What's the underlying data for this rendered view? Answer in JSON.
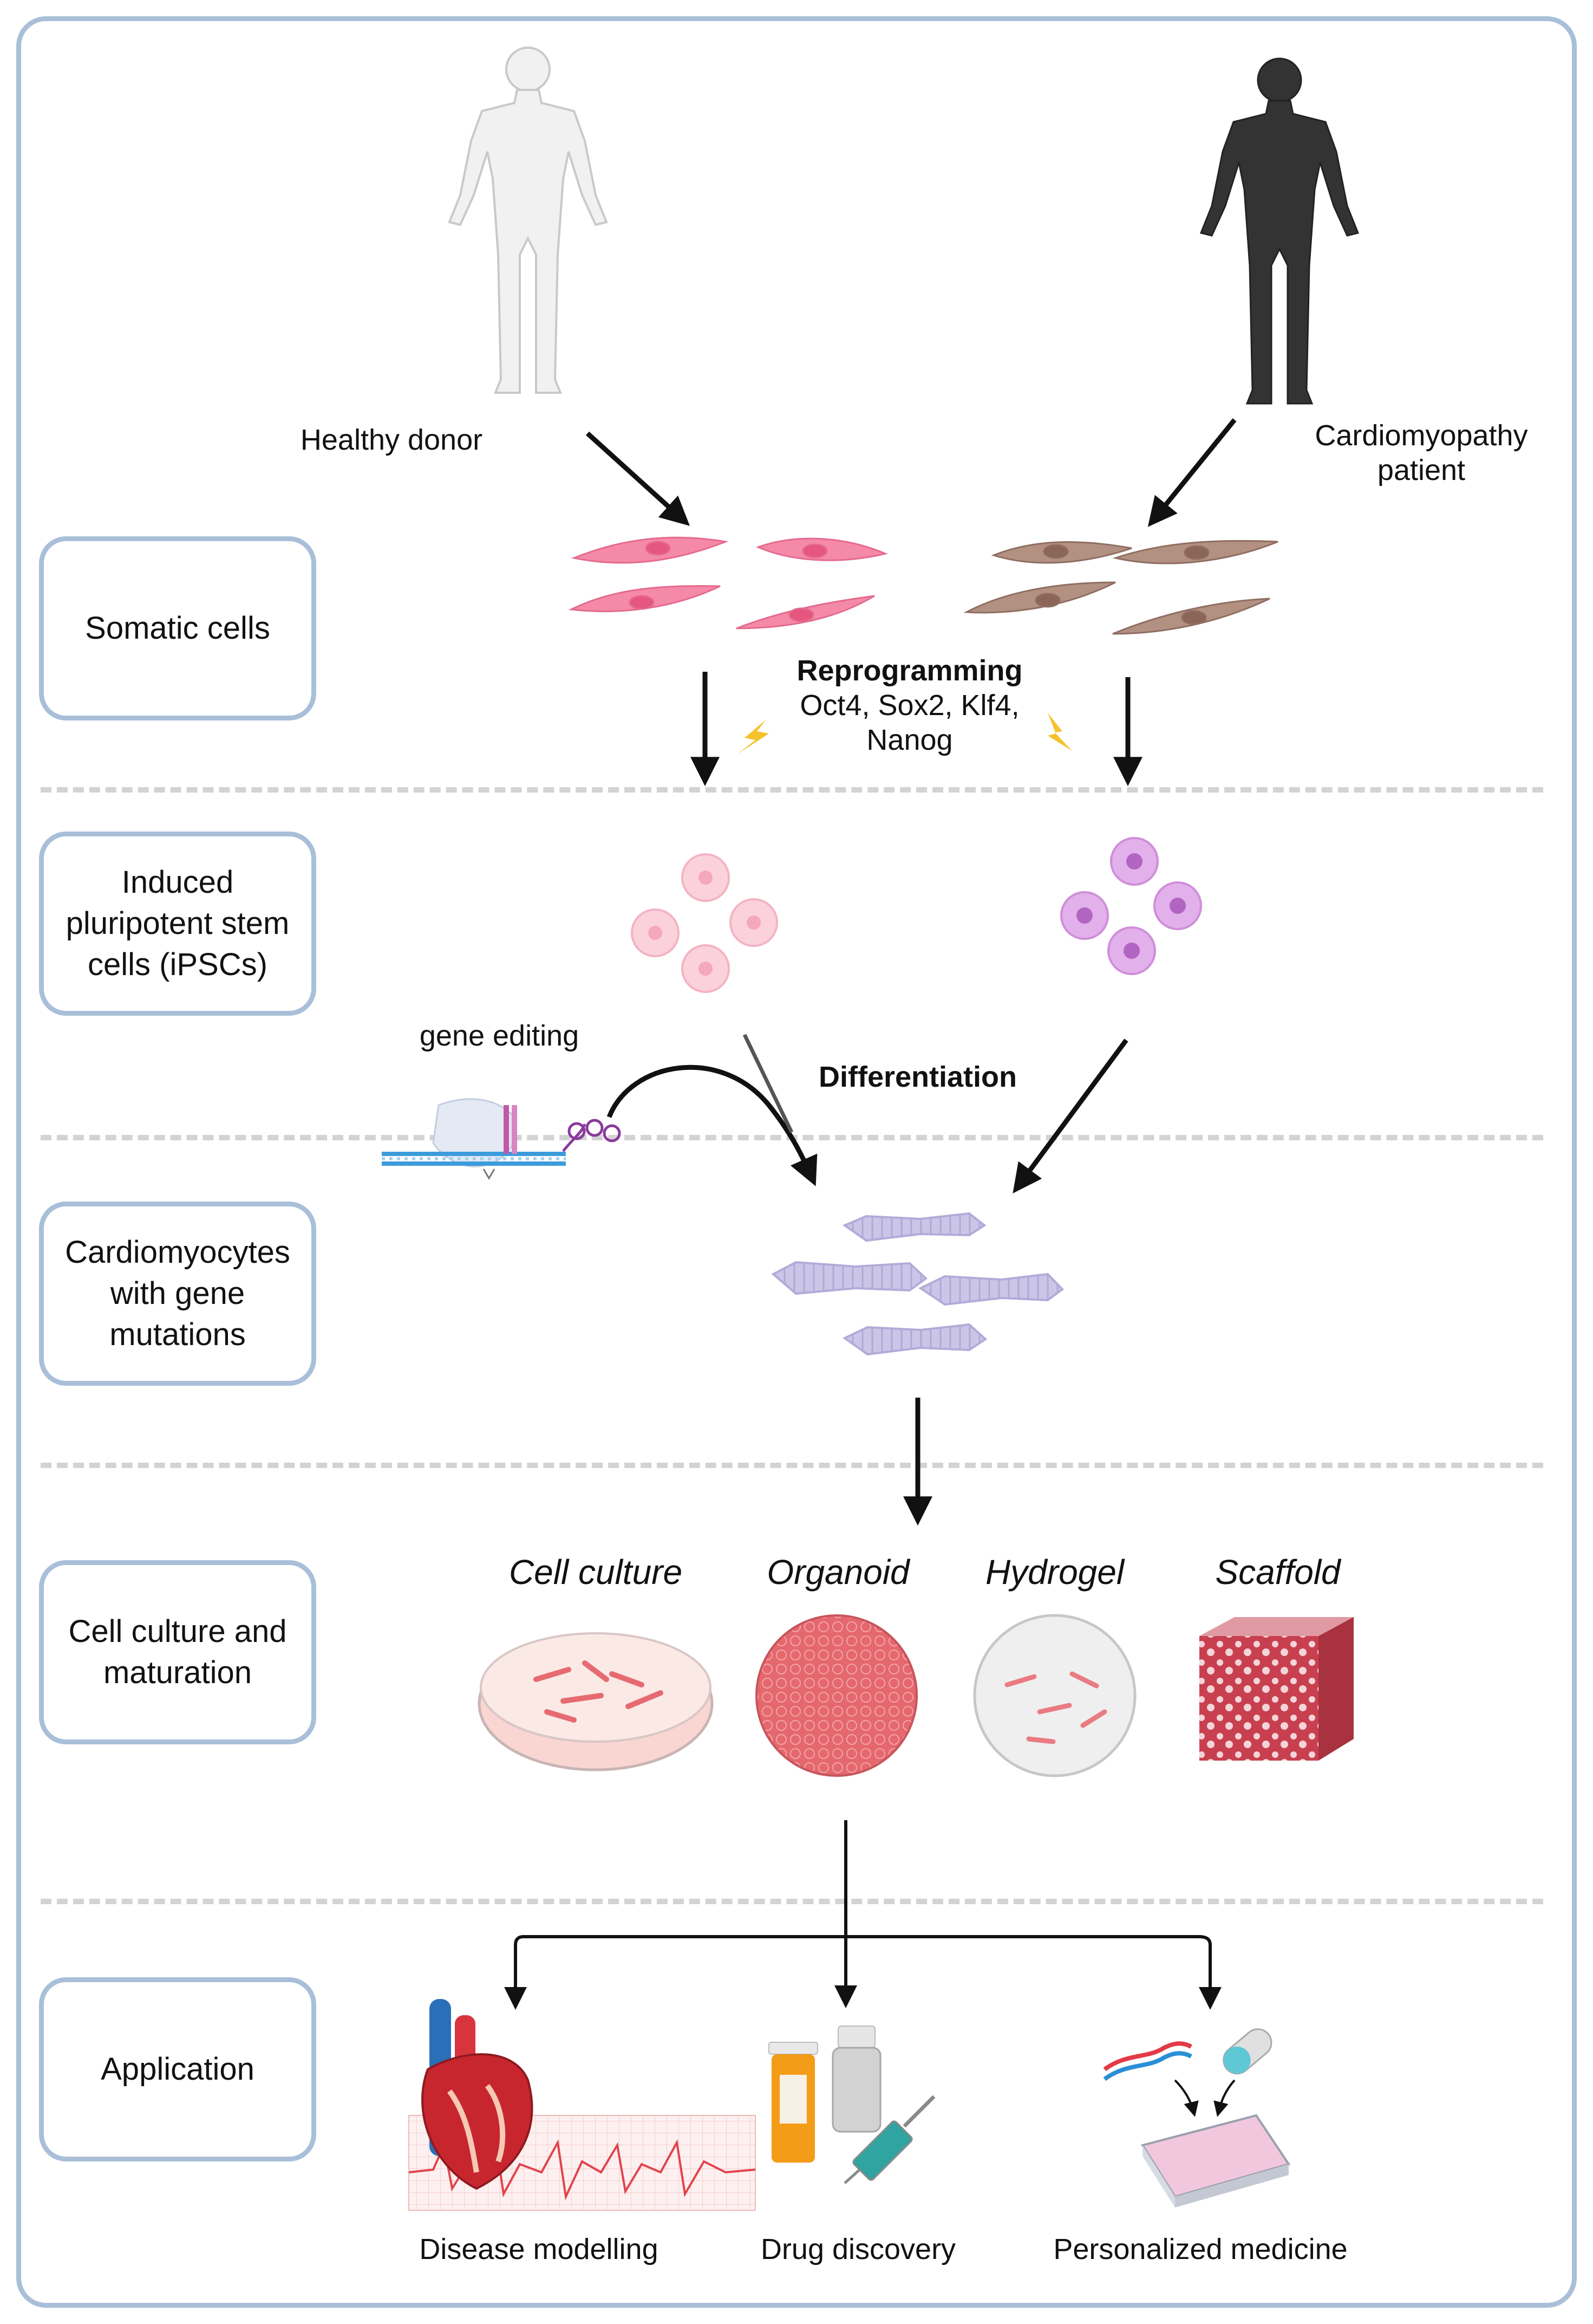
{
  "stages": {
    "somatic": "Somatic cells",
    "ipsc": "Induced pluripotent stem cells (iPSCs)",
    "cardiomyocytes": "Cardiomyocytes with gene mutations",
    "culture": "Cell culture and maturation",
    "application": "Application"
  },
  "donors": {
    "healthy": "Healthy donor",
    "patient_line1": "Cardiomyopathy",
    "patient_line2": "patient"
  },
  "reprogramming": {
    "title": "Reprogramming",
    "factors_line1": "Oct4, Sox2, Klf4,",
    "factors_line2": "Nanog"
  },
  "gene_editing": "gene editing",
  "differentiation": "Differentiation",
  "culture_methods": {
    "cell_culture": "Cell culture",
    "organoid": "Organoid",
    "hydrogel": "Hydrogel",
    "scaffold": "Scaffold"
  },
  "applications": {
    "disease_modelling": "Disease modelling",
    "drug_discovery": "Drug discovery",
    "personalized_medicine": "Personalized medicine"
  },
  "colors": {
    "border": "#a9bfd9",
    "separator": "#d3d3d3",
    "healthy_cell": "#f27a9c",
    "patient_cell": "#a5857a",
    "healthy_ipsc": "#f9c9d4",
    "patient_ipsc": "#dca5e6",
    "cardiomyocyte": "#c9c4e6",
    "arrow": "#111111",
    "lightning": "#f5c22b"
  }
}
